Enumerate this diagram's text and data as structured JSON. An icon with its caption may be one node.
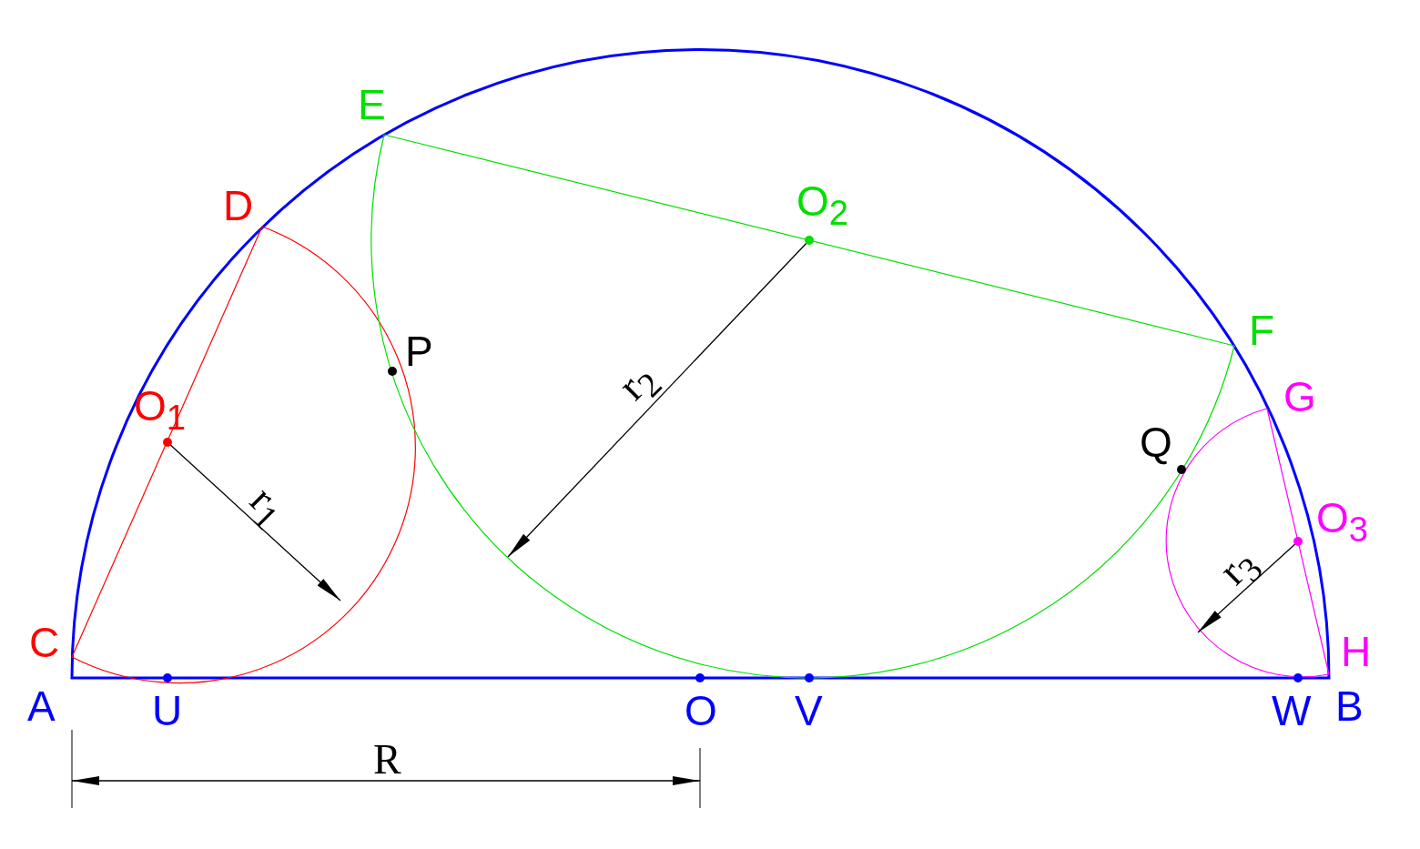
{
  "diagram": {
    "labels": [
      "E",
      "D",
      "O$_{2}$",
      "P",
      "F",
      "G",
      "O$_{1}$",
      "Q",
      "O$_{3}$",
      "r$_{2}$",
      "r$_{1}$",
      "r$_{3}$",
      "C",
      "H",
      "A",
      "U",
      "O",
      "V",
      "W",
      "B",
      "R"
    ]
  }
}
